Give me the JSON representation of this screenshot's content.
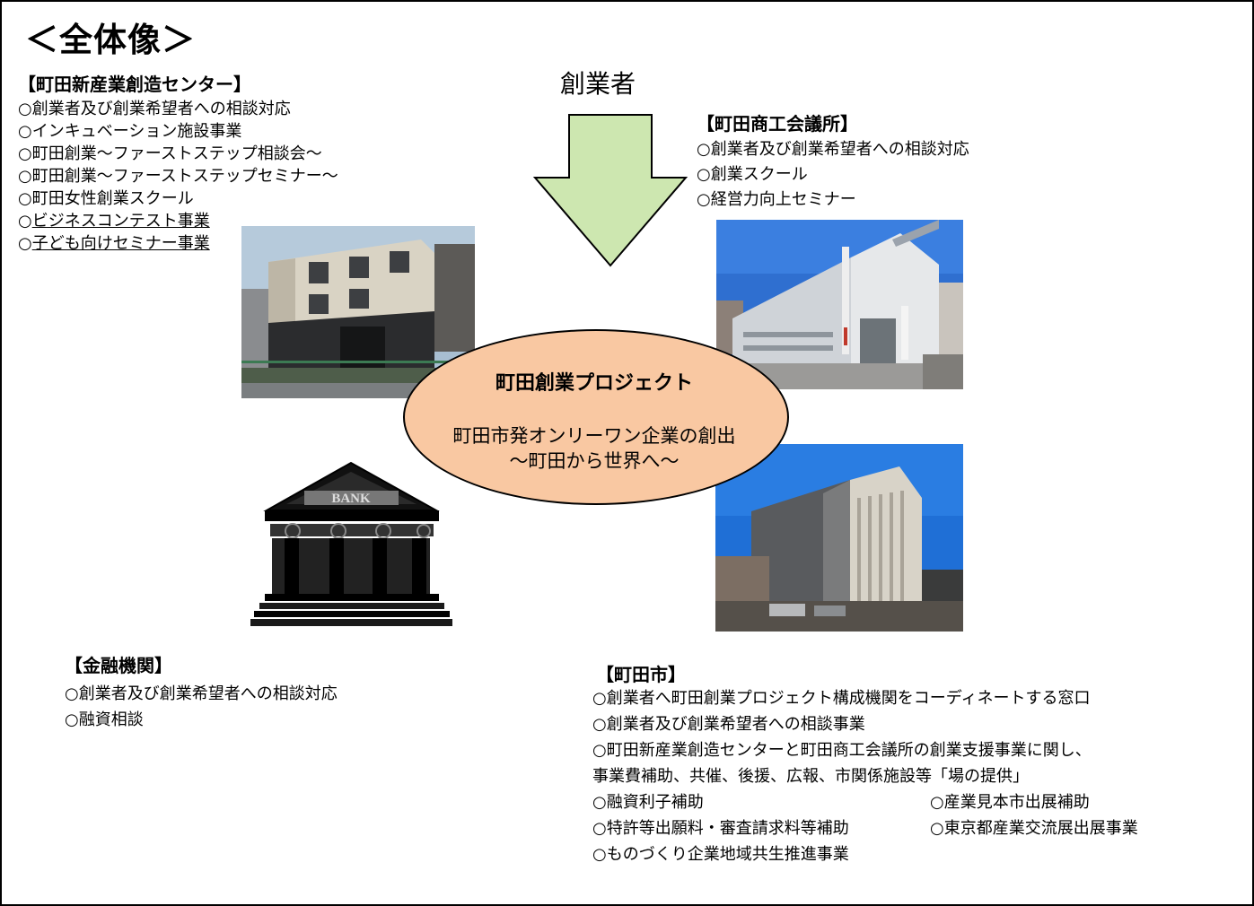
{
  "title": "＜全体像＞",
  "founder_label": "創業者",
  "colors": {
    "arrow_fill": "#cde7b0",
    "ellipse_fill": "#f9c8a2"
  },
  "center": {
    "title": "町田創業プロジェクト",
    "subtitle_line1": "町田市発オンリーワン企業の創出",
    "subtitle_line2": "～町田から世界へ～"
  },
  "center_org": {
    "title": "【町田新産業創造センター】",
    "items": [
      "○創業者及び創業希望者への相談対応",
      "○インキュベーション施設事業",
      "○町田創業～ファーストステップ相談会～",
      "○町田創業～ファーストステップセミナー～",
      "○町田女性創業スクール"
    ],
    "underlined_items": [
      {
        "mark": "○",
        "text": "ビジネスコンテスト事業"
      },
      {
        "mark": "○",
        "text": "子ども向けセミナー事業"
      }
    ]
  },
  "chamber": {
    "title": "【町田商工会議所】",
    "items": [
      "○創業者及び創業希望者への相談対応",
      "○創業スクール",
      "○経営力向上セミナー"
    ]
  },
  "bank": {
    "title": "【金融機関】",
    "items": [
      "○創業者及び創業希望者への相談対応",
      "○融資相談"
    ],
    "logo_text": "BANK"
  },
  "city": {
    "title": "【町田市】",
    "items": [
      "○創業者へ町田創業プロジェクト構成機関をコーディネートする窓口",
      "○創業者及び創業希望者への相談事業",
      "○町田新産業創造センターと町田商工会議所の創業支援事業に関し、",
      "事業費補助、共催、後援、広報、市関係施設等「場の提供」"
    ],
    "pair_rows": [
      {
        "left": "○融資利子補助",
        "right": "○産業見本市出展補助"
      },
      {
        "left": "○特許等出願料・審査請求料等補助",
        "right": "○東京都産業交流展出展事業"
      }
    ],
    "last_item": "○ものづくり企業地域共生推進事業"
  }
}
